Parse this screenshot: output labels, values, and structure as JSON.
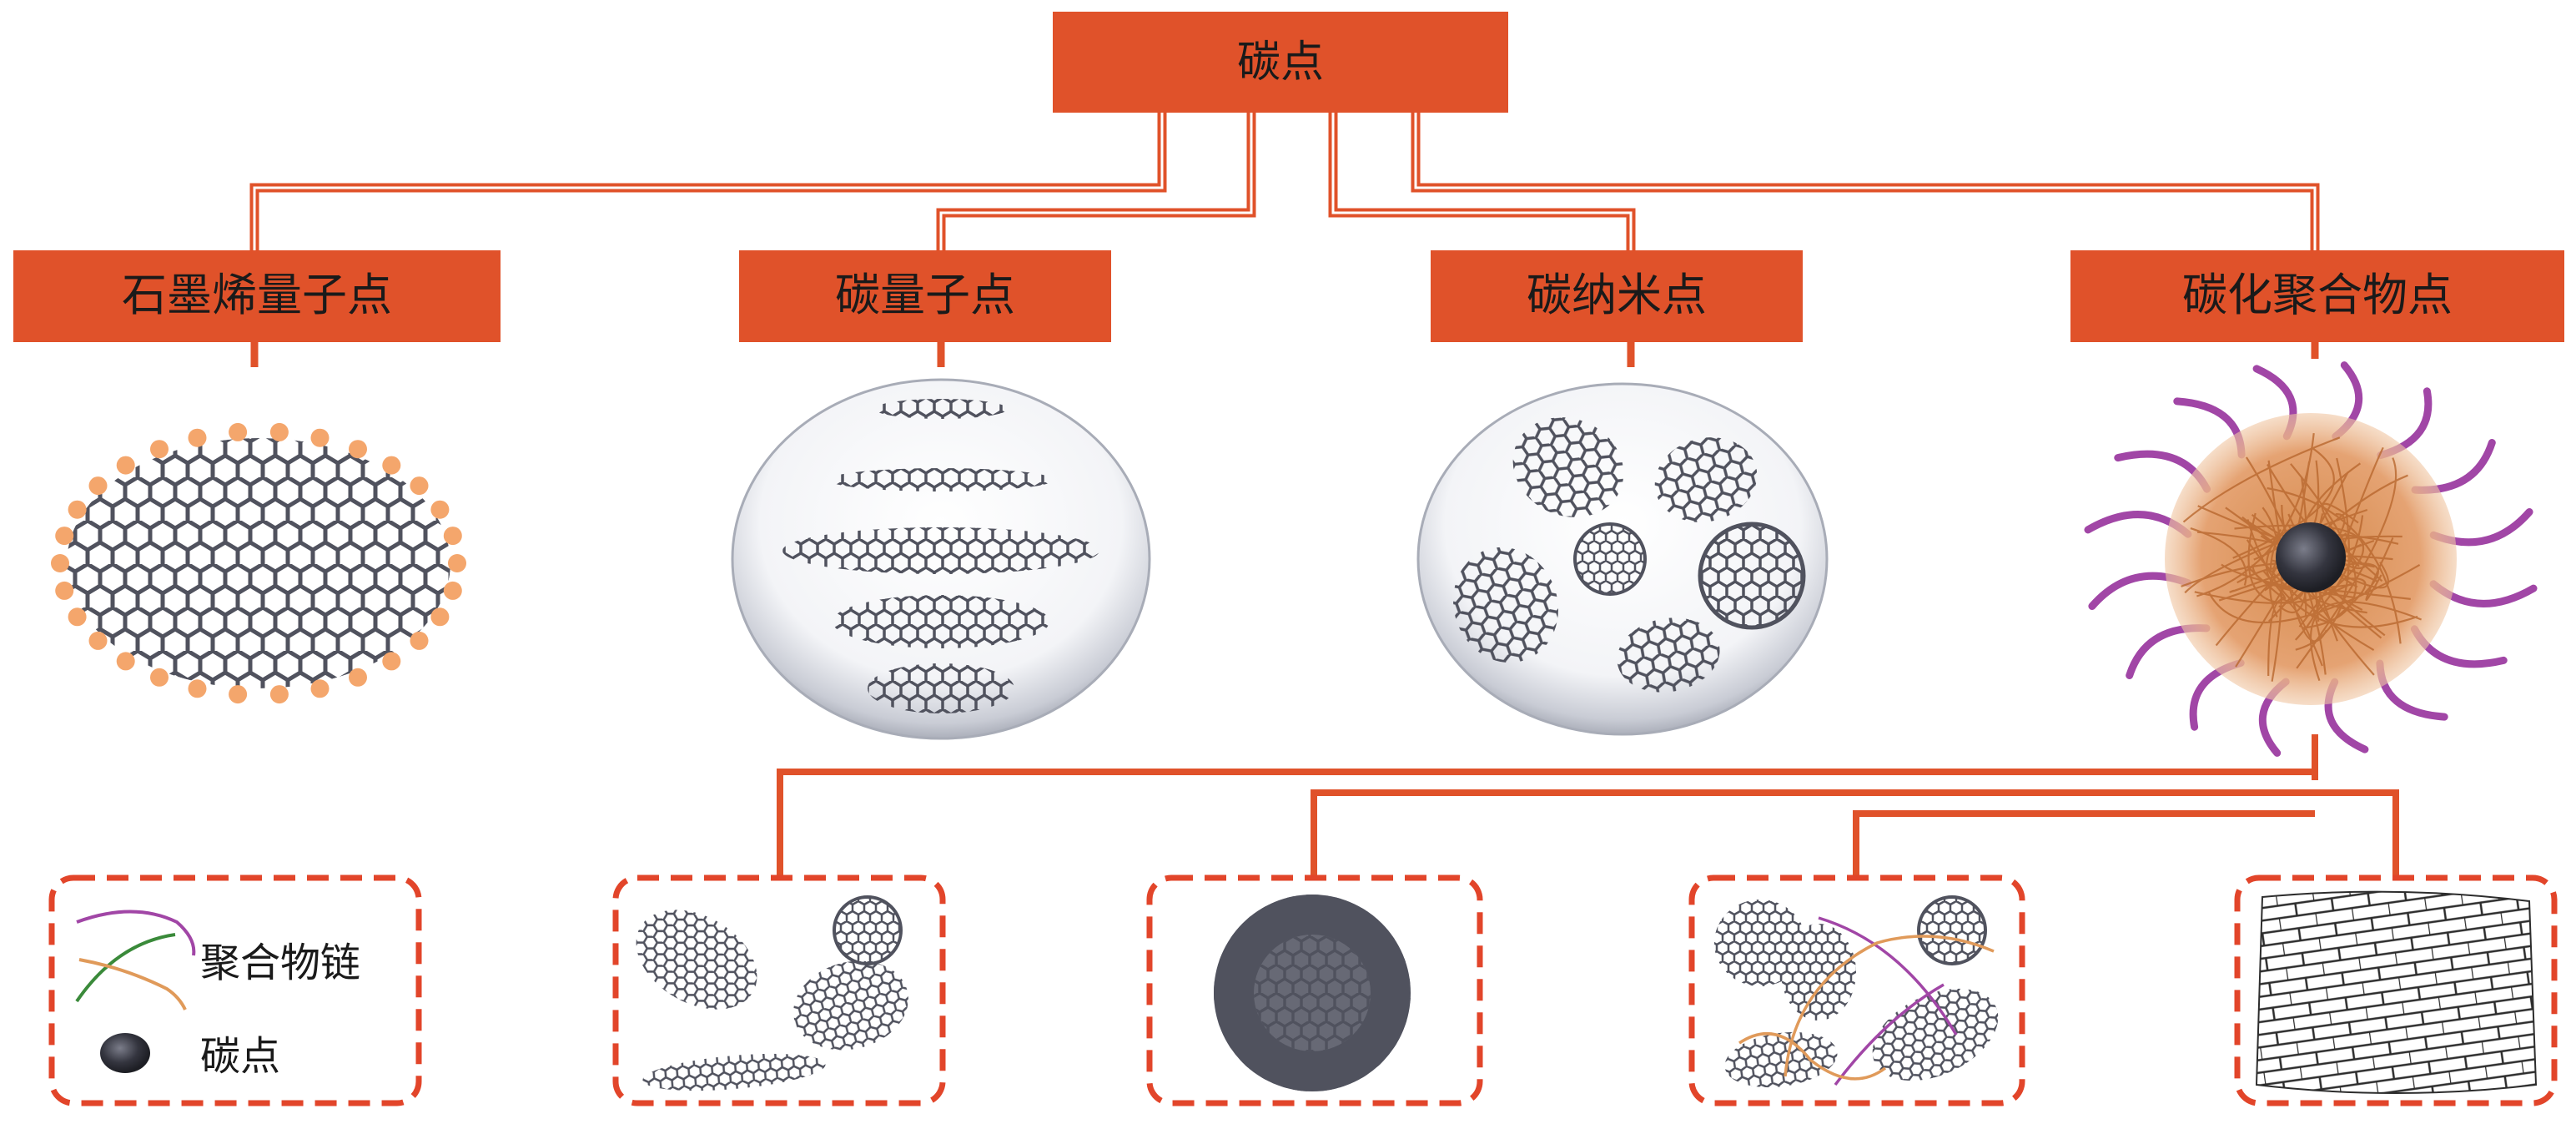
{
  "root": {
    "label": "碳点"
  },
  "categories": [
    {
      "label": "石墨烯量子点"
    },
    {
      "label": "碳量子点"
    },
    {
      "label": "碳纳米点"
    },
    {
      "label": "碳化聚合物点"
    }
  ],
  "legend": {
    "polymer_chain": "聚合物链",
    "carbon_dot": "碳点"
  },
  "colors": {
    "box_fill": "#e0522a",
    "connector": "#e0522a",
    "dashed_border": "#e2452a",
    "structure": "#50525e",
    "edge_atom": "#f4a66c",
    "polymer_tail": "#a146a6",
    "polymer_mesh": "#c97a3e",
    "dot_core": "#34353f"
  }
}
